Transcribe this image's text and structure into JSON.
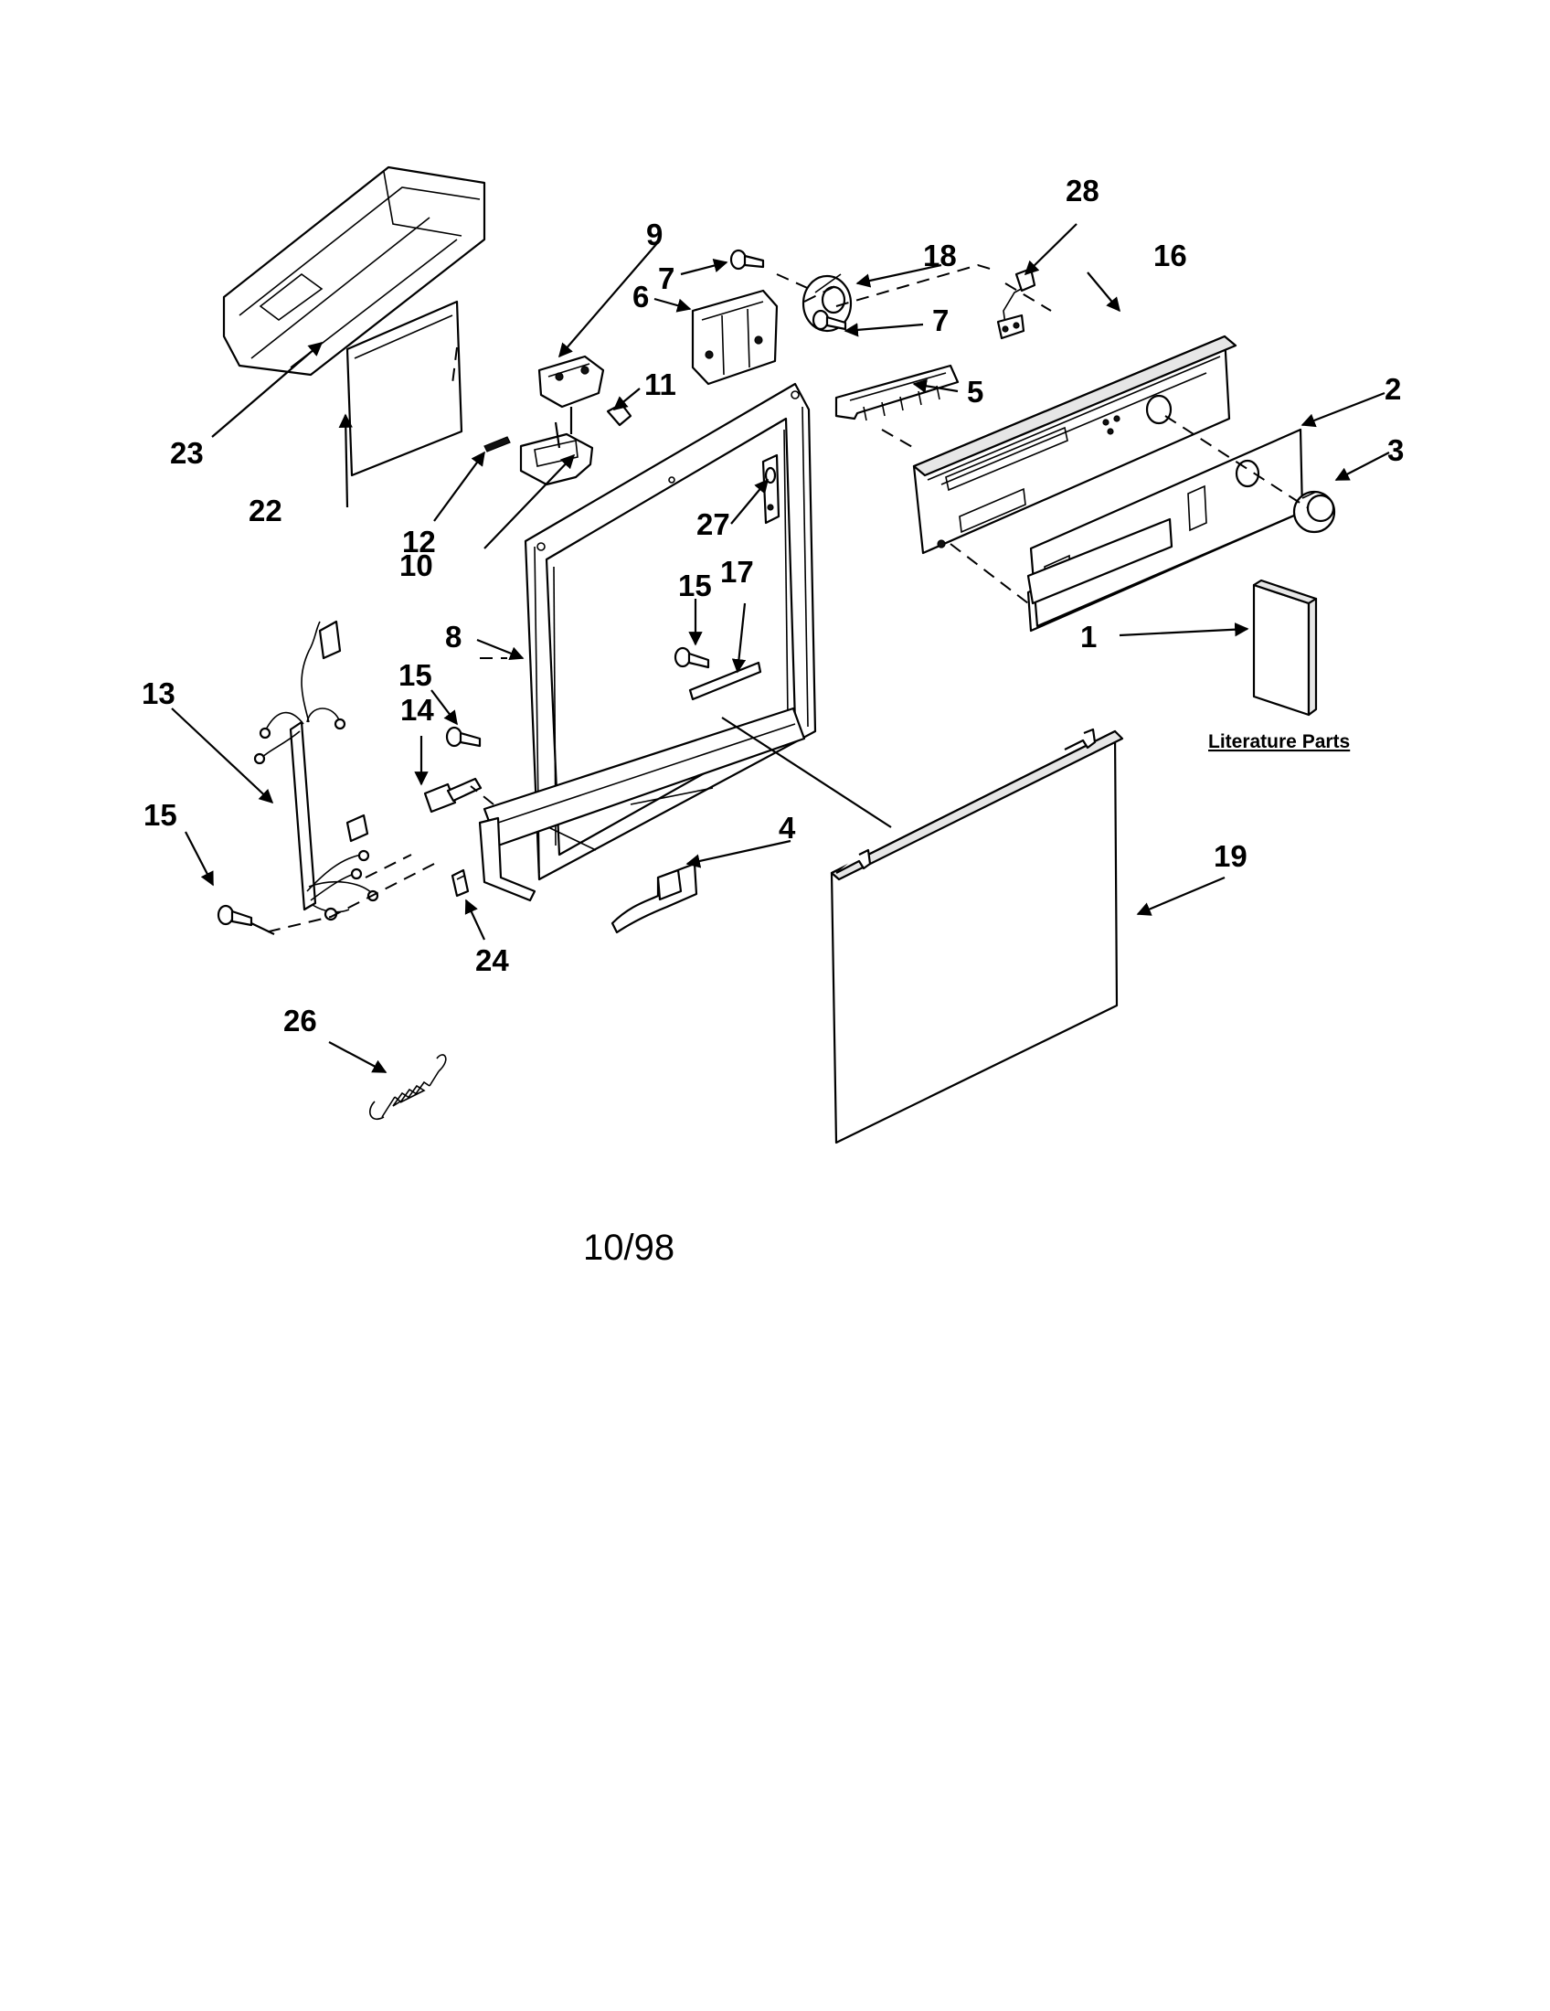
{
  "callouts": {
    "c1": "1",
    "c2": "2",
    "c3": "3",
    "c4": "4",
    "c5": "5",
    "c6": "6",
    "c7a": "7",
    "c7b": "7",
    "c8": "8",
    "c9": "9",
    "c10": "10",
    "c11": "11",
    "c12": "12",
    "c13": "13",
    "c14": "14",
    "c15a": "15",
    "c15b": "15",
    "c15c": "15",
    "c16": "16",
    "c17": "17",
    "c18": "18",
    "c19": "19",
    "c22": "22",
    "c23": "23",
    "c24": "24",
    "c26": "26",
    "c27": "27",
    "c28": "28"
  },
  "literature_label": "Literature Parts",
  "date_code": "10/98"
}
